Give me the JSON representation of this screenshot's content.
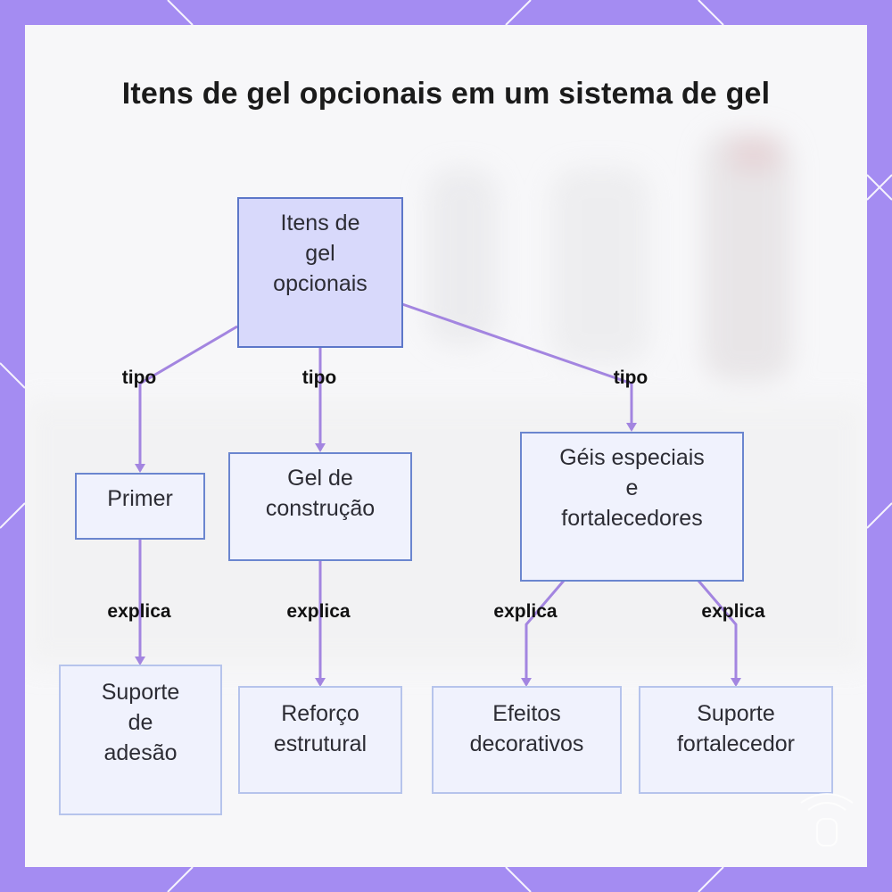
{
  "diagram": {
    "title": "Itens de gel opcionais em um sistema de gel",
    "root": {
      "lines": [
        "Itens de",
        "gel",
        "opcionais"
      ]
    },
    "categories": [
      {
        "lines": [
          "Primer"
        ]
      },
      {
        "lines": [
          "Gel de",
          "construção"
        ]
      },
      {
        "lines": [
          "Géis especiais",
          "e",
          "fortalecedores"
        ]
      }
    ],
    "leaves": [
      {
        "lines": [
          "Suporte",
          "de",
          "adesão"
        ]
      },
      {
        "lines": [
          "Reforço",
          "estrutural"
        ]
      },
      {
        "lines": [
          "Efeitos",
          "decorativos"
        ]
      },
      {
        "lines": [
          "Suporte",
          "fortalecedor"
        ]
      }
    ],
    "edge_labels": {
      "tipo_1": "tipo",
      "tipo_2": "tipo",
      "tipo_3": "tipo",
      "explica_1": "explica",
      "explica_2": "explica",
      "explica_3": "explica",
      "explica_4": "explica"
    }
  },
  "colors": {
    "frame": "#a48cf2",
    "edge": "#a385e0",
    "root_fill": "#d8d9fb",
    "node_fill": "#f0f2fd",
    "node_border": "#6b86cf"
  }
}
